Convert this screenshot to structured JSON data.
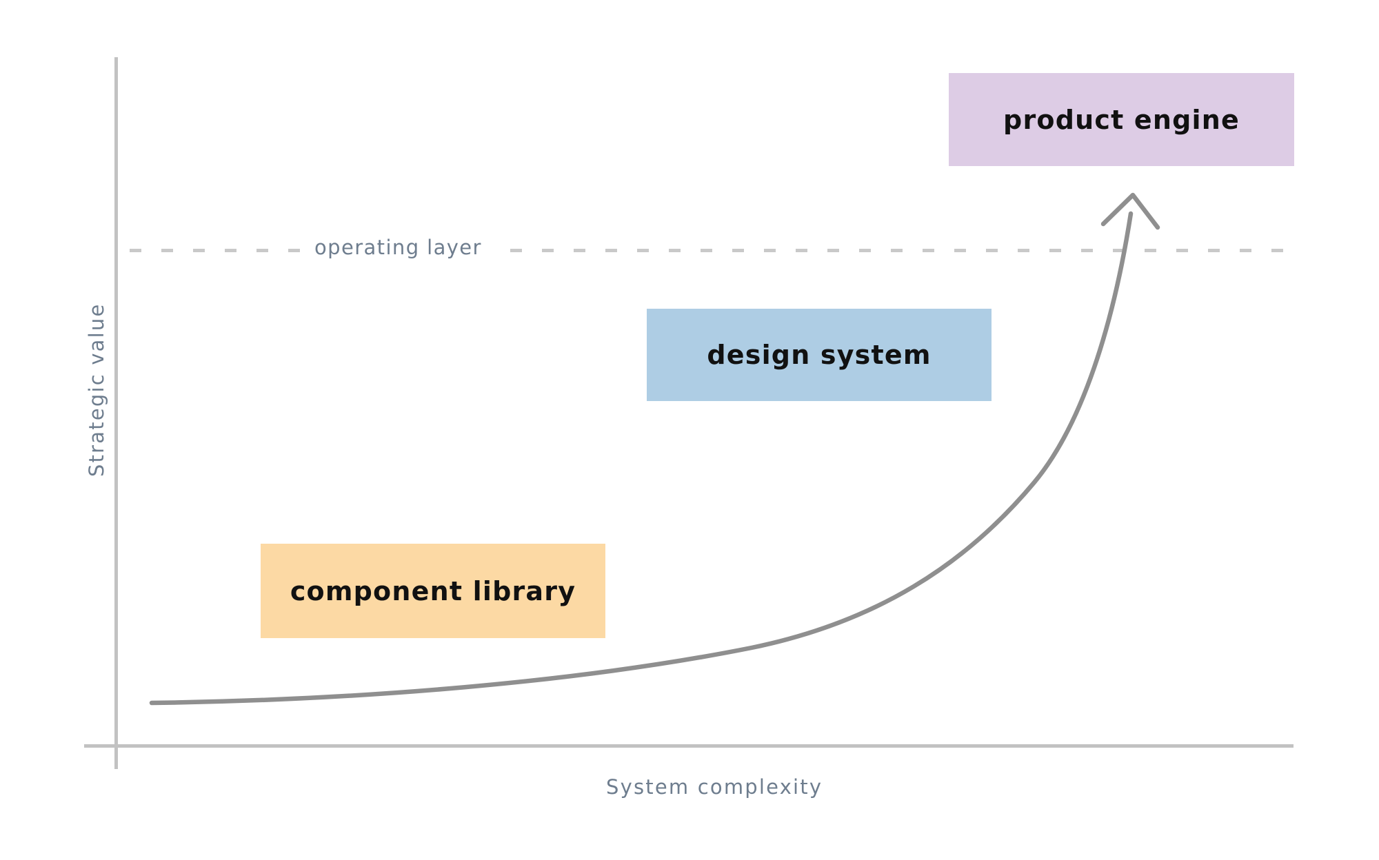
{
  "chart_data": {
    "type": "scatter",
    "title": "",
    "subtitle": "",
    "xlabel": "System complexity",
    "ylabel": "Strategic value",
    "grid": false,
    "legend": null,
    "xlim": [
      0,
      100
    ],
    "ylim": [
      0,
      100
    ],
    "axis_ticks": {
      "x": [],
      "y": []
    },
    "annotations": [
      {
        "name": "operating-layer-threshold",
        "label": "operating layer",
        "type": "horizontal-dashed-line",
        "y": 72.5,
        "color": "#C9C9C9",
        "label_color": "#6E7D8E"
      }
    ],
    "bands": [
      {
        "label": "component library",
        "color": "#FCD9A4",
        "x_range": [
          12.3,
          41.0
        ],
        "y_range": [
          15.4,
          28.7
        ],
        "text_color": "#111111"
      },
      {
        "label": "design system",
        "color": "#AECDE4",
        "x_range": [
          44.3,
          73.1
        ],
        "y_range": [
          48.7,
          61.7
        ],
        "text_color": "#111111"
      },
      {
        "label": "product engine",
        "color": "#DDCCE5",
        "x_range": [
          69.5,
          98.3
        ],
        "y_range": [
          81.8,
          94.8
        ],
        "text_color": "#111111"
      }
    ],
    "series": [
      {
        "name": "growth curve",
        "type": "line",
        "style": "exponential",
        "color": "#8F8F8F",
        "arrow_head": true,
        "x": [
          3.0,
          12.0,
          24.0,
          36.0,
          48.0,
          58.0,
          66.0,
          72.0,
          78.0,
          82.0,
          84.5,
          85.5
        ],
        "y": [
          6.2,
          6.6,
          7.6,
          9.6,
          13.0,
          17.6,
          23.6,
          30.0,
          41.0,
          56.0,
          70.0,
          78.0
        ]
      }
    ],
    "axes": {
      "x_axis_color": "#C2C2C2",
      "y_axis_color": "#C2C2C2"
    }
  },
  "labels": {
    "y_axis_title": "Strategic value",
    "x_axis_title": "System complexity",
    "threshold": "operating layer",
    "band_component_library": "component library",
    "band_design_system": "design system",
    "band_product_engine": "product engine"
  },
  "colors": {
    "component_library": "#FCD9A4",
    "design_system": "#AECDE4",
    "product_engine": "#DDCCE5",
    "curve": "#8F8F8F",
    "axis": "#C2C2C2",
    "dashed_line": "#C9C9C9",
    "annotation_text": "#6E7D8E",
    "band_text": "#111111",
    "background": "#FFFFFF"
  }
}
